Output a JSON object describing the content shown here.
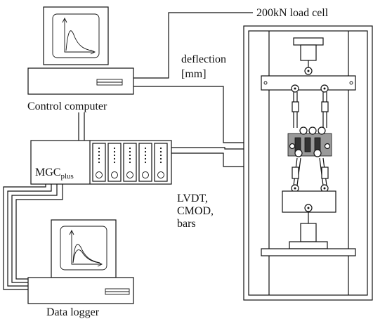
{
  "labels": {
    "load_cell": "200kN load cell",
    "deflection": "deflection",
    "deflection_unit": "[mm]",
    "control_computer": "Control computer",
    "mgc_main": "MGC",
    "mgc_sub": "plus",
    "lvdt": "LVDT,",
    "cmod": "CMOD,",
    "bars": "bars",
    "data_logger": "Data logger"
  }
}
